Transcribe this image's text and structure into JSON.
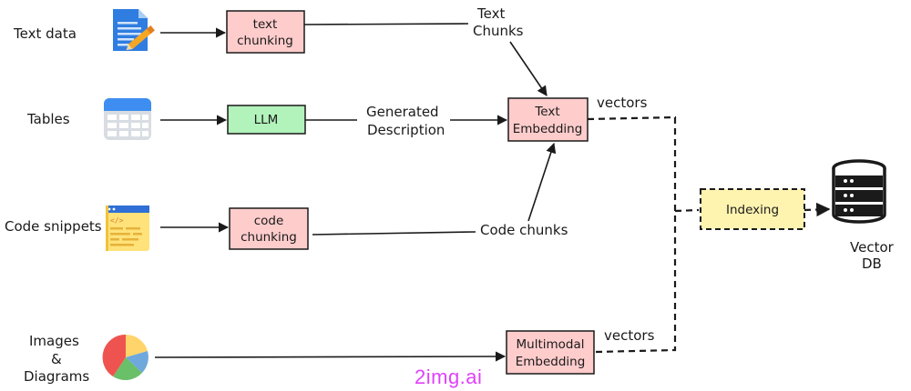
{
  "sources": {
    "text_data": "Text data",
    "tables": "Tables",
    "code_snippets": "Code snippets",
    "images_line1": "Images",
    "images_line2": "&",
    "images_line3": "Diagrams"
  },
  "icons": {
    "text_data": "document-pen-icon",
    "tables": "table-icon",
    "code_snippets": "code-file-icon",
    "images": "pie-chart-icon",
    "vector_db": "database-icon"
  },
  "boxes": {
    "text_chunking_line1": "text",
    "text_chunking_line2": "chunking",
    "llm": "LLM",
    "code_chunking_line1": "code",
    "code_chunking_line2": "chunking",
    "text_embedding_line1": "Text",
    "text_embedding_line2": "Embedding",
    "multimodal_embedding_line1": "Multimodal",
    "multimodal_embedding_line2": "Embedding",
    "indexing": "Indexing"
  },
  "edge_labels": {
    "text_chunks_line1": "Text",
    "text_chunks_line2": "Chunks",
    "generated_line1": "Generated",
    "generated_line2": "Description",
    "code_chunks": "Code chunks",
    "vectors_top": "vectors",
    "vectors_bottom": "vectors"
  },
  "vector_db_line1": "Vector",
  "vector_db_line2": "DB",
  "watermark": "2img.ai",
  "colors": {
    "pink_box": "#ffcccc",
    "green_box": "#b2f2bb",
    "yellow_box": "#fff3b0",
    "line": "#1a1a1a",
    "watermark": "#e040fb"
  }
}
